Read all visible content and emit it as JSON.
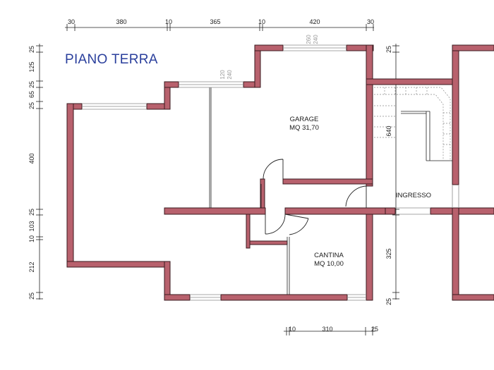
{
  "plan": {
    "title": "PIANO TERRA",
    "rooms": {
      "garage_name": "GARAGE",
      "garage_area": "MQ 31,70",
      "cantina_name": "CANTINA",
      "cantina_area": "MQ 10,00",
      "ingresso_name": "INGRESSO"
    },
    "top_dimensions": [
      "30",
      "380",
      "10",
      "365",
      "10",
      "420",
      "30"
    ],
    "left_dimensions": [
      "25",
      "125",
      "25",
      "65",
      "25",
      "400",
      "25",
      "103",
      "10",
      "212",
      "25"
    ],
    "right_dimensions": [
      "25",
      "640",
      "325",
      "25"
    ],
    "bottom_dimensions": [
      "10",
      "310",
      "25"
    ],
    "window_notes": {
      "garage_window_top": "260",
      "garage_window_bottom": "240",
      "left_window_top": "120",
      "left_window_bottom": "240"
    }
  },
  "colors": {
    "wall_fill": "#b8616d",
    "title": "#2a3f9c"
  }
}
